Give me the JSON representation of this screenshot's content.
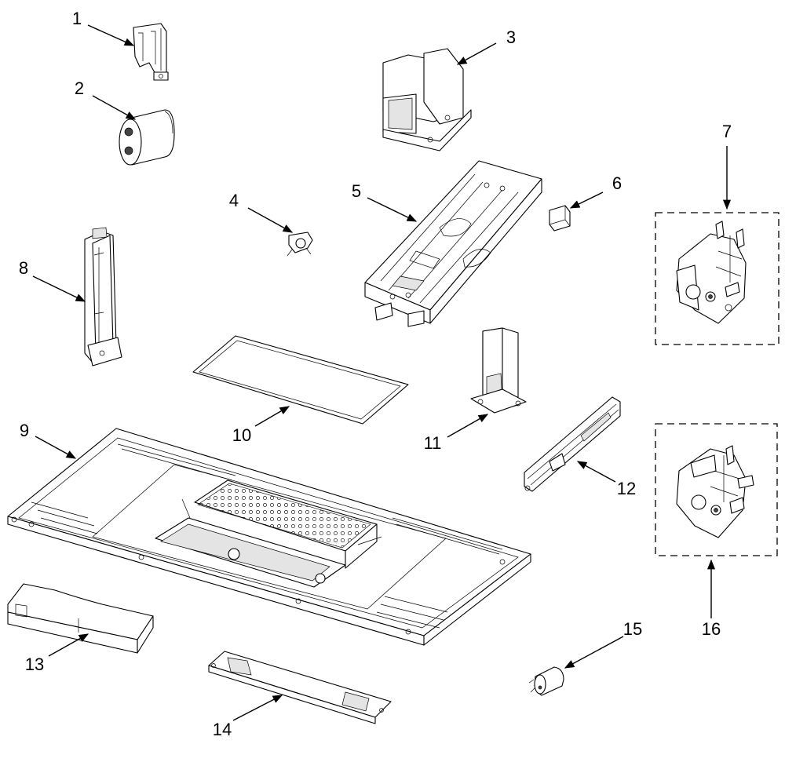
{
  "callouts": [
    {
      "id": "1",
      "label": "1"
    },
    {
      "id": "2",
      "label": "2"
    },
    {
      "id": "3",
      "label": "3"
    },
    {
      "id": "4",
      "label": "4"
    },
    {
      "id": "5",
      "label": "5"
    },
    {
      "id": "6",
      "label": "6"
    },
    {
      "id": "7",
      "label": "7"
    },
    {
      "id": "8",
      "label": "8"
    },
    {
      "id": "9",
      "label": "9"
    },
    {
      "id": "10",
      "label": "10"
    },
    {
      "id": "11",
      "label": "11"
    },
    {
      "id": "12",
      "label": "12"
    },
    {
      "id": "13",
      "label": "13"
    },
    {
      "id": "14",
      "label": "14"
    },
    {
      "id": "15",
      "label": "15"
    },
    {
      "id": "16",
      "label": "16"
    }
  ],
  "colors": {
    "ink": "#000000",
    "background": "#ffffff",
    "shade": "#e4e4e4"
  }
}
